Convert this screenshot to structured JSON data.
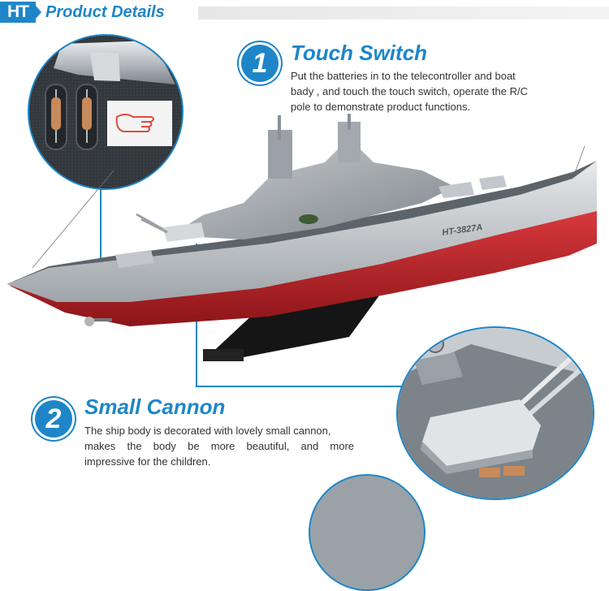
{
  "header": {
    "logo": "HT",
    "title": "Product Details"
  },
  "features": [
    {
      "number": "1",
      "title": "Touch Switch",
      "lines": [
        "Put the batteries in to the telecontroller and boat",
        "bady , and touch the touch switch, operate the R/C",
        "pole to demonstrate product functions."
      ]
    },
    {
      "number": "2",
      "title": "Small Cannon",
      "lines": [
        "The ship body is decorated with lovely small cannon,",
        "makes the body be more beautiful, and more",
        "impressive for the children."
      ]
    }
  ],
  "ship": {
    "hull_label": "HT-3827A"
  },
  "colors": {
    "accent": "#1e86c8",
    "hull_red": "#c0262b",
    "deck_gray": "#9aa0a6"
  }
}
